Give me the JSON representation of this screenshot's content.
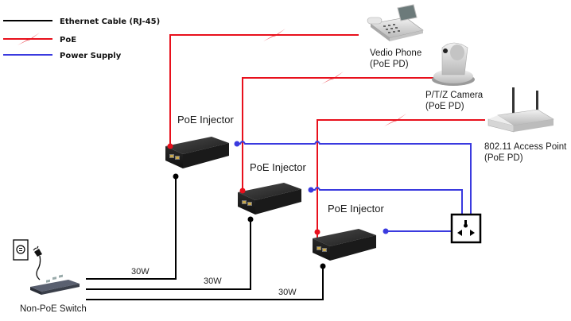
{
  "legend": [
    {
      "label": "Ethernet Cable (RJ-45)",
      "type": "ethernet",
      "color": "#000000"
    },
    {
      "label": "PoE",
      "type": "poe",
      "color": "#e8101c"
    },
    {
      "label": "Power Supply",
      "type": "power",
      "color": "#3a3adf"
    }
  ],
  "devices": {
    "phone": {
      "name": "Vedio Phone",
      "sub": "(PoE PD)",
      "icon": "phone-icon"
    },
    "camera": {
      "name": "P/T/Z Camera",
      "sub": "(PoE PD)",
      "icon": "camera-icon"
    },
    "access_point": {
      "name": "802.11 Access Point",
      "sub": "(PoE PD)",
      "icon": "router-icon"
    },
    "switch": {
      "name": "Non-PoE Switch",
      "icon": "switch-icon"
    },
    "wall_outlet": {
      "icon": "wall-outlet-icon"
    },
    "power_strip": {
      "icon": "power-socket-icon"
    }
  },
  "injectors": [
    {
      "label": "PoE Injector",
      "watt": "30W"
    },
    {
      "label": "PoE Injector",
      "watt": "30W"
    },
    {
      "label": "PoE Injector",
      "watt": "30W"
    }
  ],
  "colors": {
    "ethernet": "#000000",
    "poe": "#e8101c",
    "power": "#3a3adf"
  }
}
